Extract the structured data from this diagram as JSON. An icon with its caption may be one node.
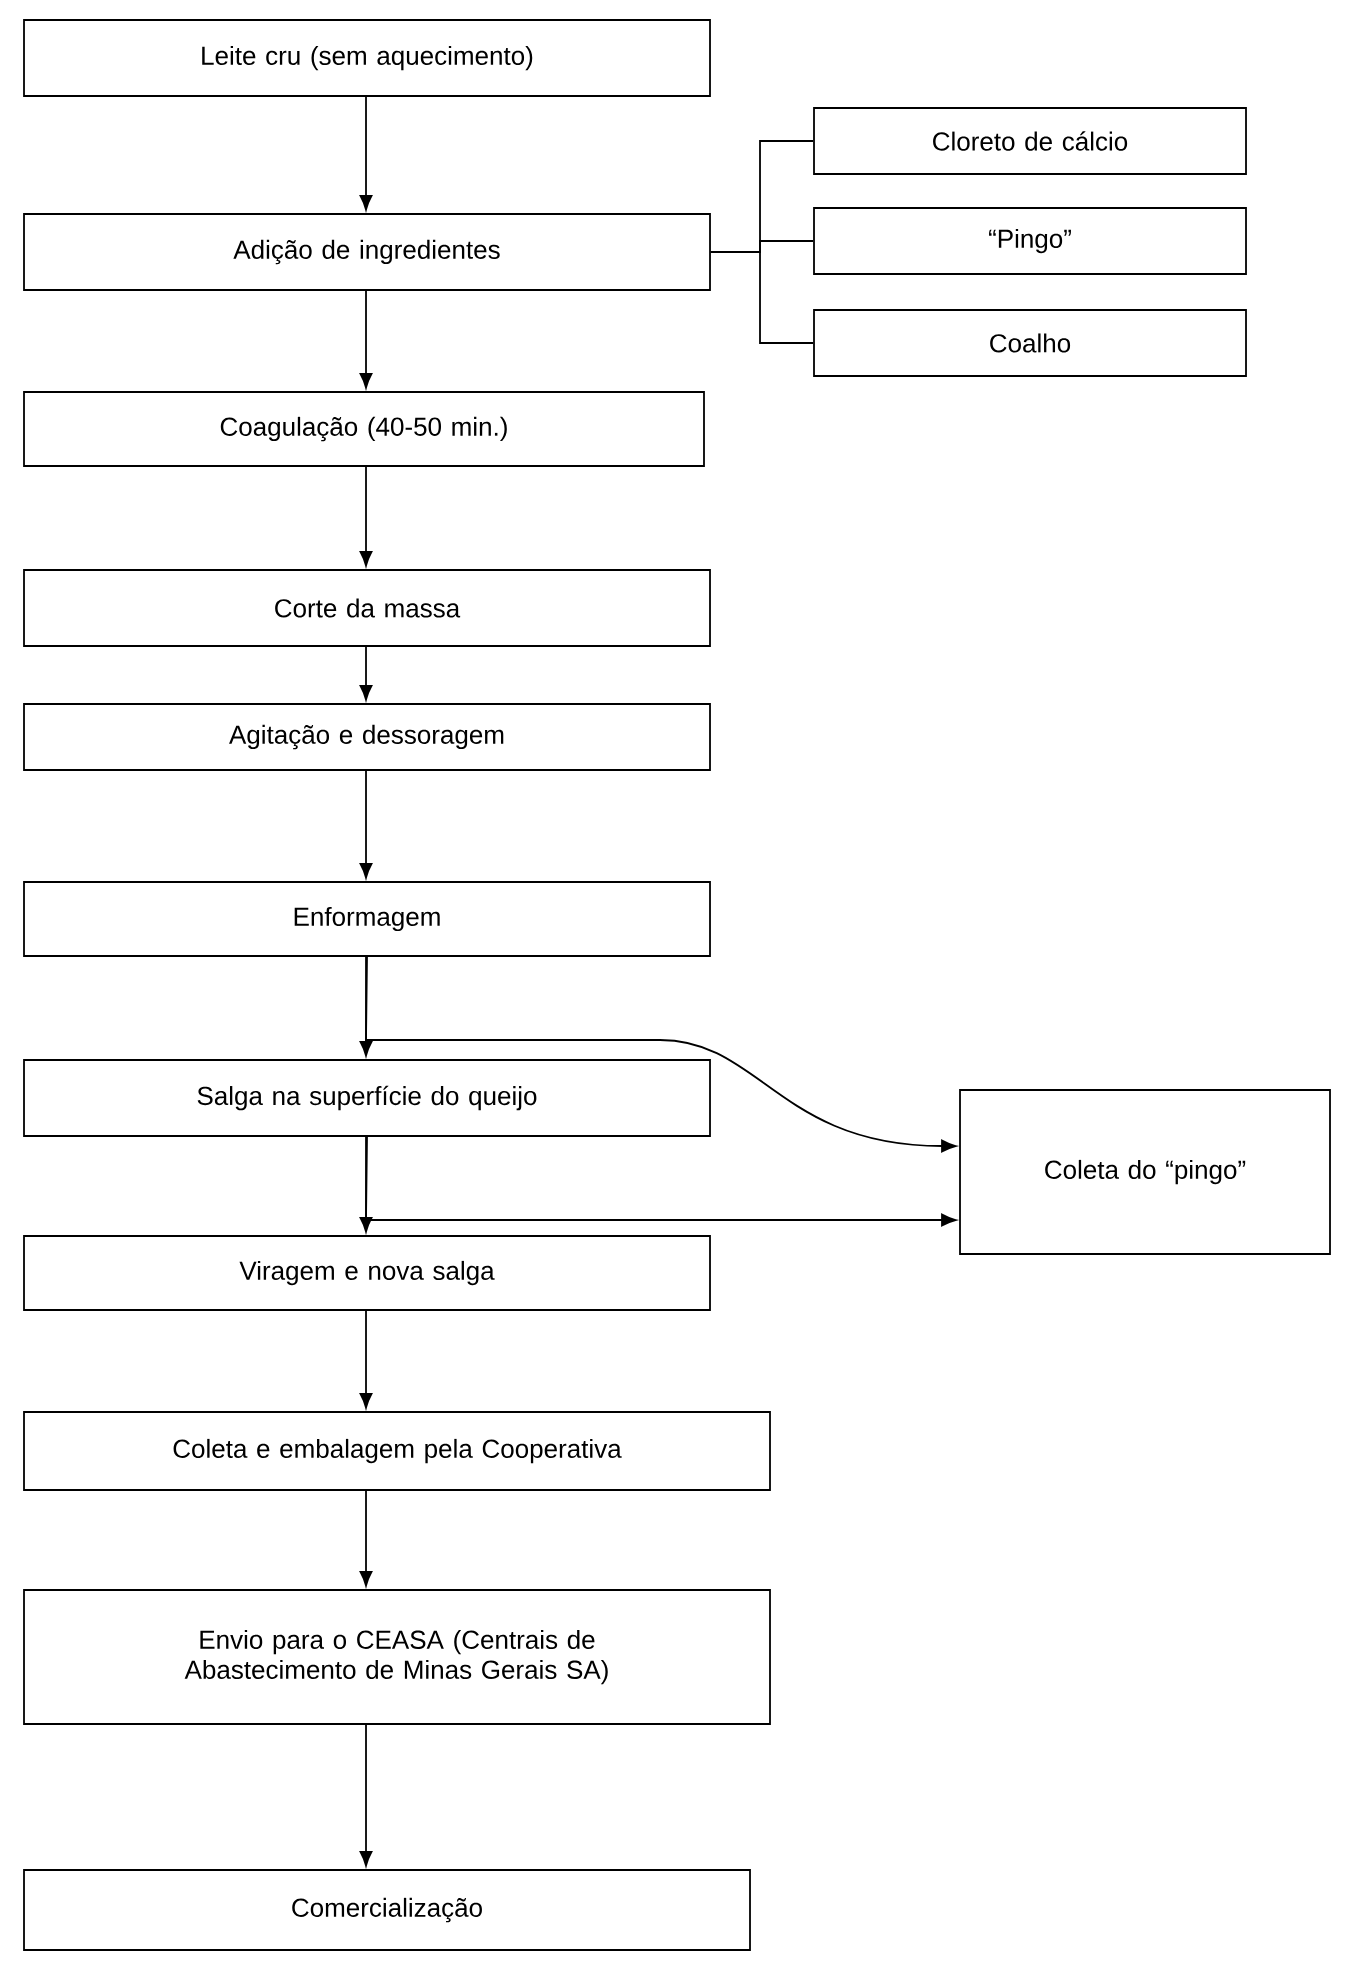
{
  "diagram": {
    "nodes": [
      {
        "text": [
          "Leite cru (sem aquecimento)"
        ]
      },
      {
        "text": [
          "Adição de ingredientes"
        ]
      },
      {
        "text": [
          "Cloreto de cálcio"
        ]
      },
      {
        "text": [
          "“Pingo”"
        ]
      },
      {
        "text": [
          "Coalho"
        ]
      },
      {
        "text": [
          "Coagulação (40-50 min.)"
        ]
      },
      {
        "text": [
          "Corte da massa"
        ]
      },
      {
        "text": [
          "Agitação e dessoragem"
        ]
      },
      {
        "text": [
          "Enformagem"
        ]
      },
      {
        "text": [
          "Salga na superfície do queijo"
        ]
      },
      {
        "text": [
          "Coleta do “pingo”"
        ]
      },
      {
        "text": [
          "Viragem e nova salga"
        ]
      },
      {
        "text": [
          "Coleta e embalagem pela Cooperativa"
        ]
      },
      {
        "text": [
          "Envio para o CEASA (Centrais de Abastecimento de Minas Gerais SA)"
        ]
      },
      {
        "text": [
          "Comercialização"
        ]
      }
    ],
    "edges": [
      {
        "from": 0,
        "to": 1,
        "arrow": "to"
      },
      {
        "from": 1,
        "to": 2,
        "arrow": "none"
      },
      {
        "from": 1,
        "to": 3,
        "arrow": "none"
      },
      {
        "from": 1,
        "to": 4,
        "arrow": "none"
      },
      {
        "from": 1,
        "to": 5,
        "arrow": "to"
      },
      {
        "from": 5,
        "to": 6,
        "arrow": "to"
      },
      {
        "from": 6,
        "to": 7,
        "arrow": "to"
      },
      {
        "from": 7,
        "to": 8,
        "arrow": "to"
      },
      {
        "from": 8,
        "to": 9,
        "arrow": "to"
      },
      {
        "from": 8,
        "to": 10,
        "arrow": "to"
      },
      {
        "from": 9,
        "to": 10,
        "arrow": "to"
      },
      {
        "from": 9,
        "to": 11,
        "arrow": "to"
      },
      {
        "from": 11,
        "to": 12,
        "arrow": "to"
      },
      {
        "from": 12,
        "to": 13,
        "arrow": "to"
      },
      {
        "from": 13,
        "to": 14,
        "arrow": "to"
      }
    ]
  }
}
